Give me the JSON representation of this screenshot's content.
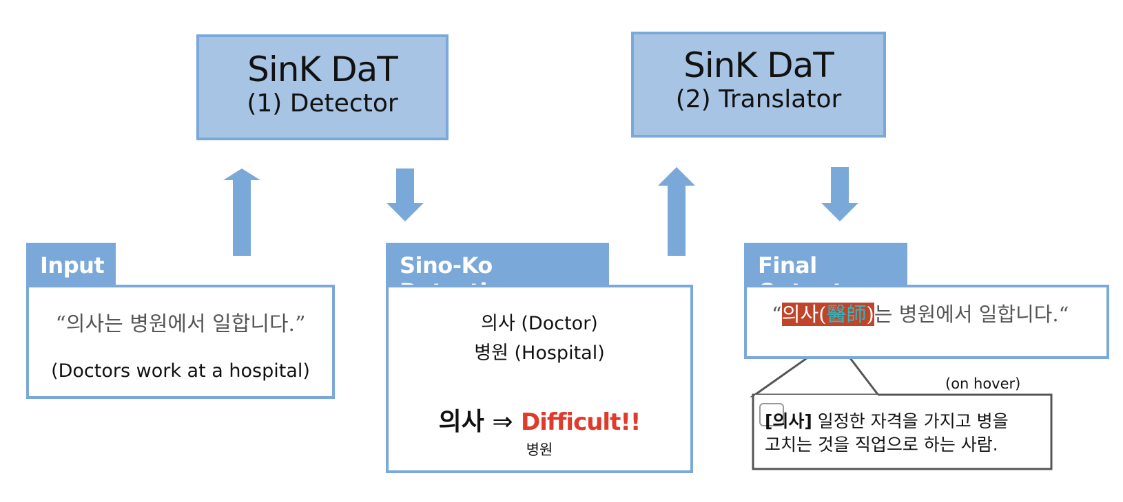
{
  "detector": {
    "name": "SinK DaT",
    "role": "(1) Detector"
  },
  "translator": {
    "name": "SinK DaT",
    "role": "(2) Translator"
  },
  "input": {
    "title": "Input",
    "korean": "“의사는 병원에서 일합니다.”",
    "english": "(Doctors work at a hospital)"
  },
  "detection": {
    "title": "Sino-Ko Detection",
    "words": [
      "의사 (Doctor)",
      "병원 (Hospital)"
    ],
    "result_word": "의사",
    "result_arrow": "⇒",
    "result_label": "Difficult!!",
    "other_word": "병원"
  },
  "output": {
    "title": "Final Output",
    "open_quote": "“",
    "word": "의사",
    "paren_open": "(",
    "hanja": "醫師",
    "paren_close": ")",
    "rest": "는 병원에서 일합니다.“"
  },
  "tooltip": {
    "hover_label": "(on hover)",
    "term": "[의사]",
    "definition_line1": " 일정한 자격을 가지고 병을",
    "definition_line2": "고치는 것을 직업으로 하는 사람."
  },
  "colors": {
    "module_fill": "#a8c4e4",
    "accent": "#7aa8d8",
    "highlight": "#c0442a",
    "difficult": "#e03a2a"
  }
}
